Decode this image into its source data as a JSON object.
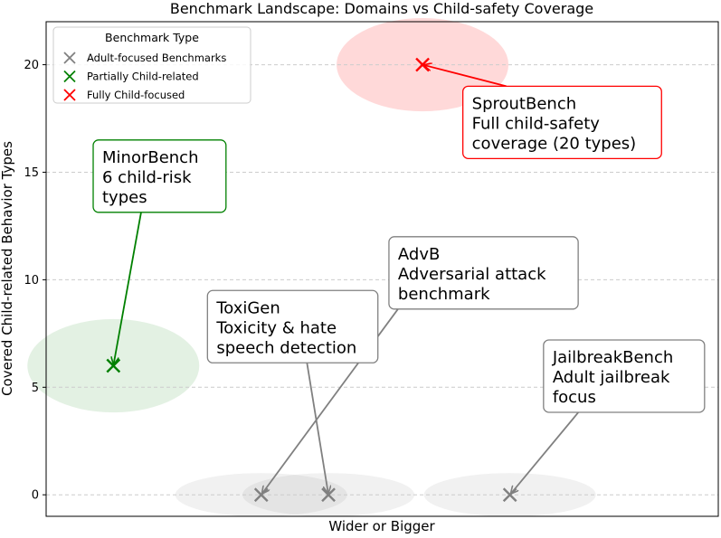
{
  "chart_data": {
    "type": "scatter",
    "title": "Benchmark Landscape: Domains vs Child-safety Coverage",
    "xlabel": "Wider or Bigger",
    "ylabel": "Covered Child-related Behavior Types",
    "xlim": [
      0,
      10
    ],
    "ylim": [
      -1,
      22
    ],
    "yticks": [
      0,
      5,
      10,
      15,
      20
    ],
    "xticks": [],
    "grid": "y-dashed",
    "legend": {
      "title": "Benchmark Type",
      "placement": "top-left",
      "entries": [
        {
          "label": "Adult-focused Benchmarks",
          "color": "#808080"
        },
        {
          "label": "Partially Child-related",
          "color": "#008000"
        },
        {
          "label": "Fully Child-focused",
          "color": "#ff0000"
        }
      ]
    },
    "series": [
      {
        "name": "Adult-focused Benchmarks",
        "color": "#808080",
        "points": [
          {
            "label": "ToxiGen",
            "x": 4.2,
            "y": 0,
            "annotation": [
              "ToxiGen",
              "Toxicity & hate",
              "speech detection"
            ],
            "ax": 2.4,
            "ay": 9.5
          },
          {
            "label": "AdvB",
            "x": 3.2,
            "y": 0,
            "annotation": [
              "AdvB",
              "Adversarial attack",
              "benchmark"
            ],
            "ax": 5.1,
            "ay": 12.0
          },
          {
            "label": "JailbreakBench",
            "x": 6.9,
            "y": 0,
            "annotation": [
              "JailbreakBench",
              "Adult jailbreak",
              "focus"
            ],
            "ax": 7.4,
            "ay": 7.2
          }
        ]
      },
      {
        "name": "Partially Child-related",
        "color": "#008000",
        "points": [
          {
            "label": "MinorBench",
            "x": 1.0,
            "y": 6,
            "annotation": [
              "MinorBench",
              "6 child-risk",
              "types"
            ],
            "ax": 0.7,
            "ay": 16.5
          }
        ]
      },
      {
        "name": "Fully Child-focused",
        "color": "#ff0000",
        "points": [
          {
            "label": "SproutBench",
            "x": 5.6,
            "y": 20,
            "annotation": [
              "SproutBench",
              "Full child-safety",
              "coverage (20 types)"
            ],
            "ax": 6.2,
            "ay": 19.0
          }
        ]
      }
    ]
  }
}
